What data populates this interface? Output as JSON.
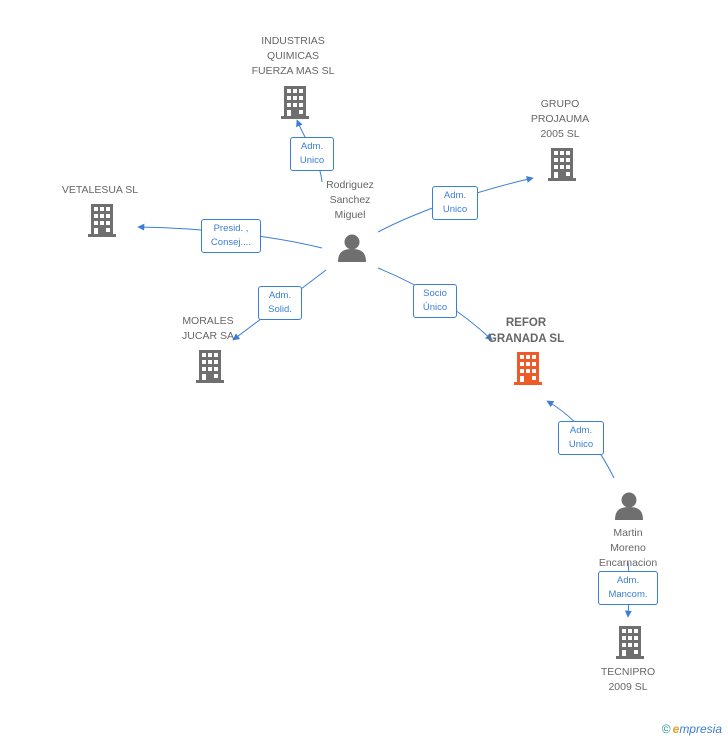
{
  "colors": {
    "edge": "#3a7fd5",
    "node": "#6f6f6f",
    "focus": "#f05a28"
  },
  "nodes": {
    "industrias": {
      "label": "INDUSTRIAS\nQUIMICAS\nFUERZA MAS SL",
      "kind": "company-icon"
    },
    "grupo": {
      "label": "GRUPO\nPROJAUMA\n2005 SL",
      "kind": "company-icon"
    },
    "vetalesua": {
      "label": "VETALESUA SL",
      "kind": "company-icon"
    },
    "morales": {
      "label": "MORALES\nJUCAR SA",
      "kind": "company-icon"
    },
    "refor": {
      "label": "REFOR\nGRANADA SL",
      "kind": "company-icon"
    },
    "tecnipro": {
      "label": "TECNIPRO\n2009 SL",
      "kind": "company-icon"
    },
    "rodriguez": {
      "label": "Rodriguez\nSanchez\nMiguel",
      "kind": "person-icon"
    },
    "martin": {
      "label": "Martin\nMoreno\nEncarnacion",
      "kind": "person-icon"
    }
  },
  "relations": {
    "r_industrias": "Adm.\nUnico",
    "r_grupo": "Adm.\nUnico",
    "r_vetalesua": "Presid. ,\nConsej....",
    "r_morales": "Adm.\nSolid.",
    "r_refor": "Socio\nÚnico",
    "r_martin_refor": "Adm.\nUnico",
    "r_tecnipro": "Adm.\nMancom."
  },
  "footer": {
    "copyright": "©",
    "brand_initial": "e",
    "brand_rest": "mpresia"
  }
}
